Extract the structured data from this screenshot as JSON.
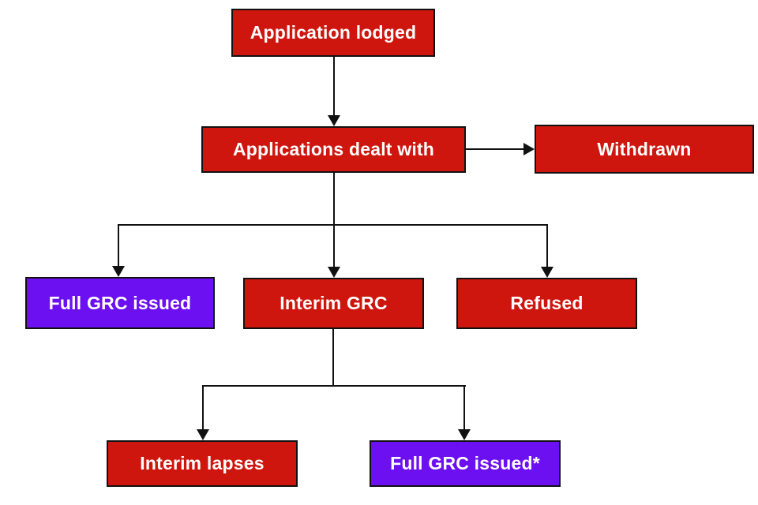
{
  "diagram": {
    "type": "flowchart",
    "colors": {
      "red": "#CE160E",
      "purple": "#6C10F2",
      "line": "#111111",
      "node_text": "#ffffff",
      "background": "#ffffff"
    },
    "nodes": [
      {
        "id": "application-lodged",
        "label": "Application lodged",
        "color": "red"
      },
      {
        "id": "applications-dealt-with",
        "label": "Applications dealt with",
        "color": "red"
      },
      {
        "id": "withdrawn",
        "label": "Withdrawn",
        "color": "red"
      },
      {
        "id": "full-grc-issued",
        "label": "Full GRC issued",
        "color": "purple"
      },
      {
        "id": "interim-grc",
        "label": "Interim GRC",
        "color": "red"
      },
      {
        "id": "refused",
        "label": "Refused",
        "color": "red"
      },
      {
        "id": "interim-lapses",
        "label": "Interim lapses",
        "color": "red"
      },
      {
        "id": "full-grc-issued-star",
        "label": "Full GRC issued*",
        "color": "purple"
      }
    ],
    "edges": [
      {
        "from": "application-lodged",
        "to": "applications-dealt-with"
      },
      {
        "from": "applications-dealt-with",
        "to": "withdrawn"
      },
      {
        "from": "applications-dealt-with",
        "to": "full-grc-issued"
      },
      {
        "from": "applications-dealt-with",
        "to": "interim-grc"
      },
      {
        "from": "applications-dealt-with",
        "to": "refused"
      },
      {
        "from": "interim-grc",
        "to": "interim-lapses"
      },
      {
        "from": "interim-grc",
        "to": "full-grc-issued-star"
      }
    ]
  }
}
